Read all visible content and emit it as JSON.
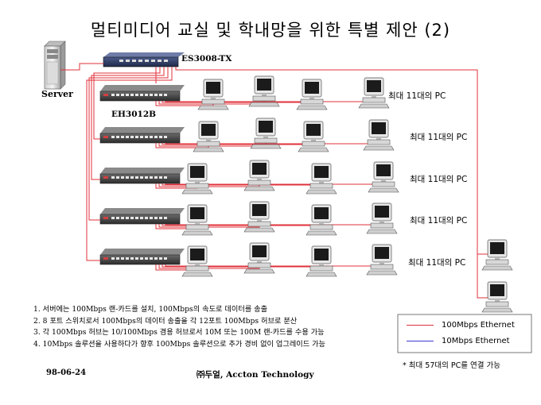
{
  "title": "멀티미디어 교실 및 학내망을 위한 특별 제안 (2)",
  "devices": {
    "server_label": "Server",
    "switch_label": "ES3008-TX",
    "hub_label": "EH3012B"
  },
  "pc_groups": [
    {
      "label": "최대 11대의 PC"
    },
    {
      "label": "최대 11대의 PC"
    },
    {
      "label": "최대 11대의 PC"
    },
    {
      "label": "최대 11대의 PC"
    },
    {
      "label": "최대 11대의 PC"
    }
  ],
  "notes": [
    "1. 서버에는 100Mbps 랜-카드를 설치, 100Mbps의 속도로 데이터를 송출",
    "2. 8 포트 스위치로서 100Mbps의 데이터 송출을 각 12포트 100Mbps 허브로 분산",
    "3. 각 100Mbps 허브는 10/100Mbps 겸용 허브로서 10M 또는 100M 랜-카드를 수용 가능",
    "4. 10Mbps 솔루션을 사용하다가 향후 100Mbps 솔루션으로 추가 경비 없이 업그레이드 가능"
  ],
  "legend": [
    {
      "label": "100Mbps Ethernet",
      "color": "#e0303a"
    },
    {
      "label": "10Mbps Ethernet",
      "color": "#3a3ad0"
    }
  ],
  "max_note": "* 최대 57대의 PC를 연결 가능",
  "footer": {
    "date": "98-06-24",
    "company": "㈜두얼, Accton Technology"
  }
}
